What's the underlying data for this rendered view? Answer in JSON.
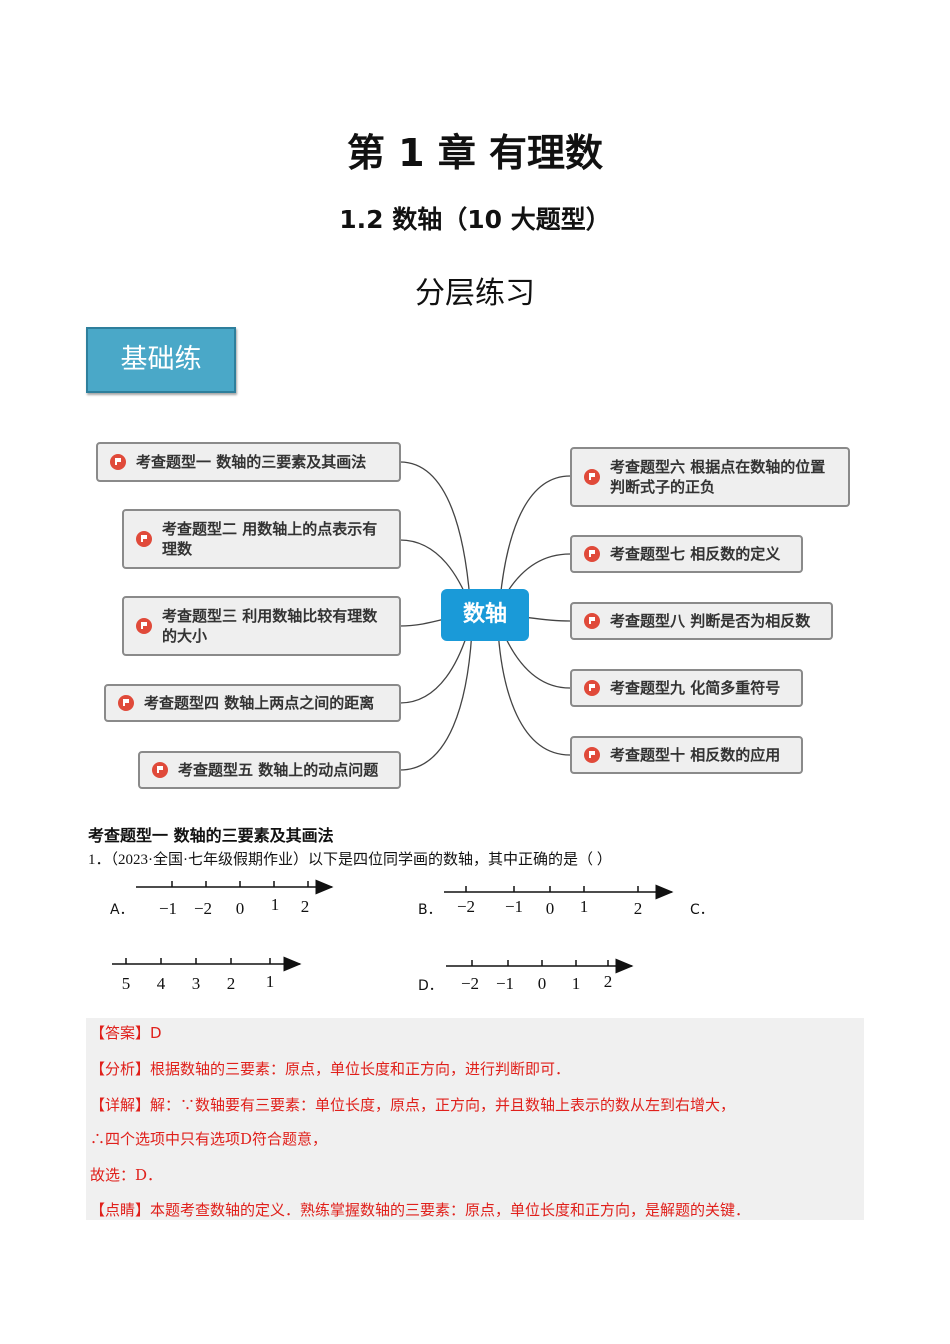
{
  "header": {
    "chapter_title": "第 1 章  有理数",
    "section_title": "1.2    数轴（10 大题型）",
    "sub_title": "分层练习",
    "level_tag": "基础练"
  },
  "mindmap": {
    "center": "数轴",
    "left_items": [
      "考查题型一 数轴的三要素及其画法",
      "考查题型二 用数轴上的点表示有理数",
      "考查题型三 利用数轴比较有理数的大小",
      "考查题型四 数轴上两点之间的距离",
      "考查题型五 数轴上的动点问题"
    ],
    "right_items": [
      "考查题型六 根据点在数轴的位置判断式子的正负",
      "考查题型七 相反数的定义",
      "考查题型八 判断是否为相反数",
      "考查题型九 化简多重符号",
      "考查题型十 相反数的应用"
    ]
  },
  "section": {
    "heading": "考查题型一    数轴的三要素及其画法",
    "question": "1．（2023·全国·七年级假期作业）以下是四位同学画的数轴，其中正确的是（        ）",
    "options": {
      "A": {
        "label": "A．",
        "ticks": [
          "−1",
          "−2",
          "0",
          "1",
          "2"
        ]
      },
      "B": {
        "label": "B．",
        "ticks": [
          "−2",
          "−1",
          "0",
          "1",
          "2"
        ]
      },
      "C": {
        "label": "C．",
        "ticks": [
          "5",
          "4",
          "3",
          "2",
          "1"
        ]
      },
      "D": {
        "label": "D．",
        "ticks": [
          "−2",
          "−1",
          "0",
          "1",
          "2"
        ]
      }
    }
  },
  "answer": {
    "answer_tag": "【答案】",
    "answer_value": "D",
    "analysis_tag": "【分析】",
    "analysis_text": "根据数轴的三要素：原点，单位长度和正方向，进行判断即可．",
    "detail_tag": "【详解】",
    "detail_text": "解：∵数轴要有三要素：单位长度，原点，正方向，并且数轴上表示的数从左到右增大，",
    "detail_line2": "∴四个选项中只有选项D符合题意，",
    "detail_line3": "故选：D．",
    "comment_tag": "【点睛】",
    "comment_text": "本题考查数轴的定义．熟练掌握数轴的三要素：原点，单位长度和正方向，是解题的关键．"
  }
}
